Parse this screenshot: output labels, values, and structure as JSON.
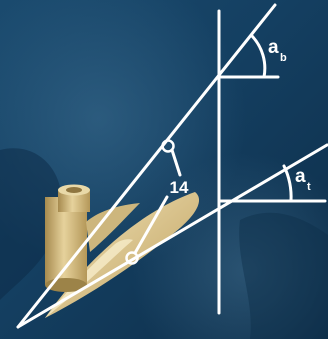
{
  "labels": {
    "angle_bottom_main": "a",
    "angle_bottom_sub": "b",
    "angle_top_main": "a",
    "angle_top_sub": "t",
    "part_number": "14"
  },
  "colors": {
    "background_dark": "#0f324f",
    "background_mid": "#1b4b70",
    "background_light": "#3a6a8c",
    "line": "#ffffff",
    "part_light": "#e9d9a8",
    "part_mid": "#c8ae72",
    "part_dark": "#9c8348"
  },
  "icons": {
    "marker": "open-circle-marker",
    "part": "hub-with-blade"
  }
}
